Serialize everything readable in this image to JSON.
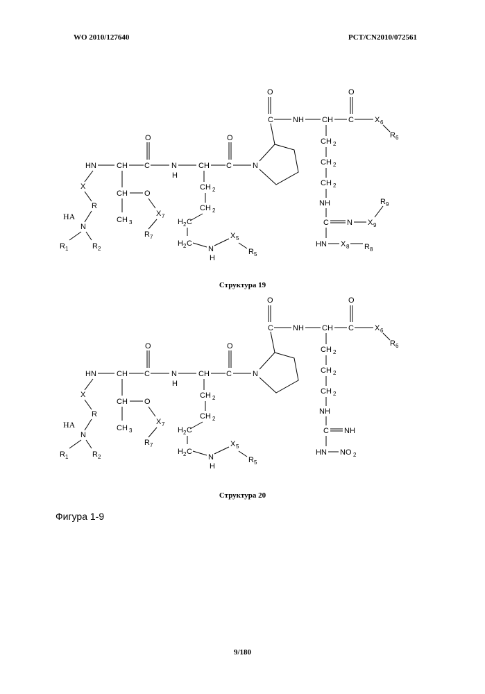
{
  "header": {
    "left": "WO 2010/127640",
    "right": "PCT/CN2010/072561"
  },
  "structures": [
    {
      "caption": "Структура 19"
    },
    {
      "caption": "Структура 20"
    }
  ],
  "figure_label": "Фигура 1-9",
  "page_number": "9/180"
}
